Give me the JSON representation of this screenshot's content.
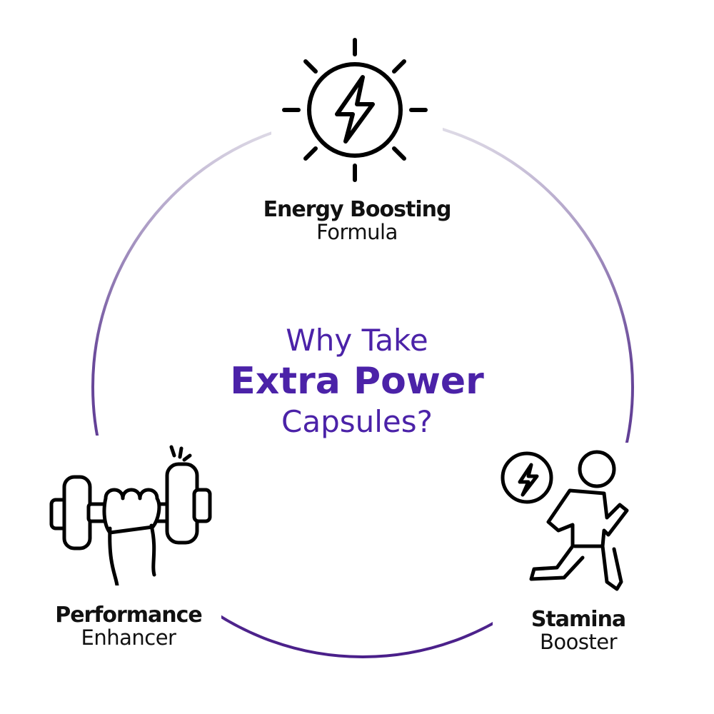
{
  "headline": {
    "line1": "Why Take",
    "line2": "Extra Power",
    "line3": "Capsules?"
  },
  "features": [
    {
      "title": "Energy Boosting",
      "subtitle": "Formula",
      "icon": "sun-lightning-icon"
    },
    {
      "title": "Performance",
      "subtitle": "Enhancer",
      "icon": "dumbbell-fist-icon"
    },
    {
      "title": "Stamina",
      "subtitle": "Booster",
      "icon": "running-person-icon"
    }
  ],
  "colors": {
    "accent": "#4b22a8",
    "text": "#111111"
  }
}
